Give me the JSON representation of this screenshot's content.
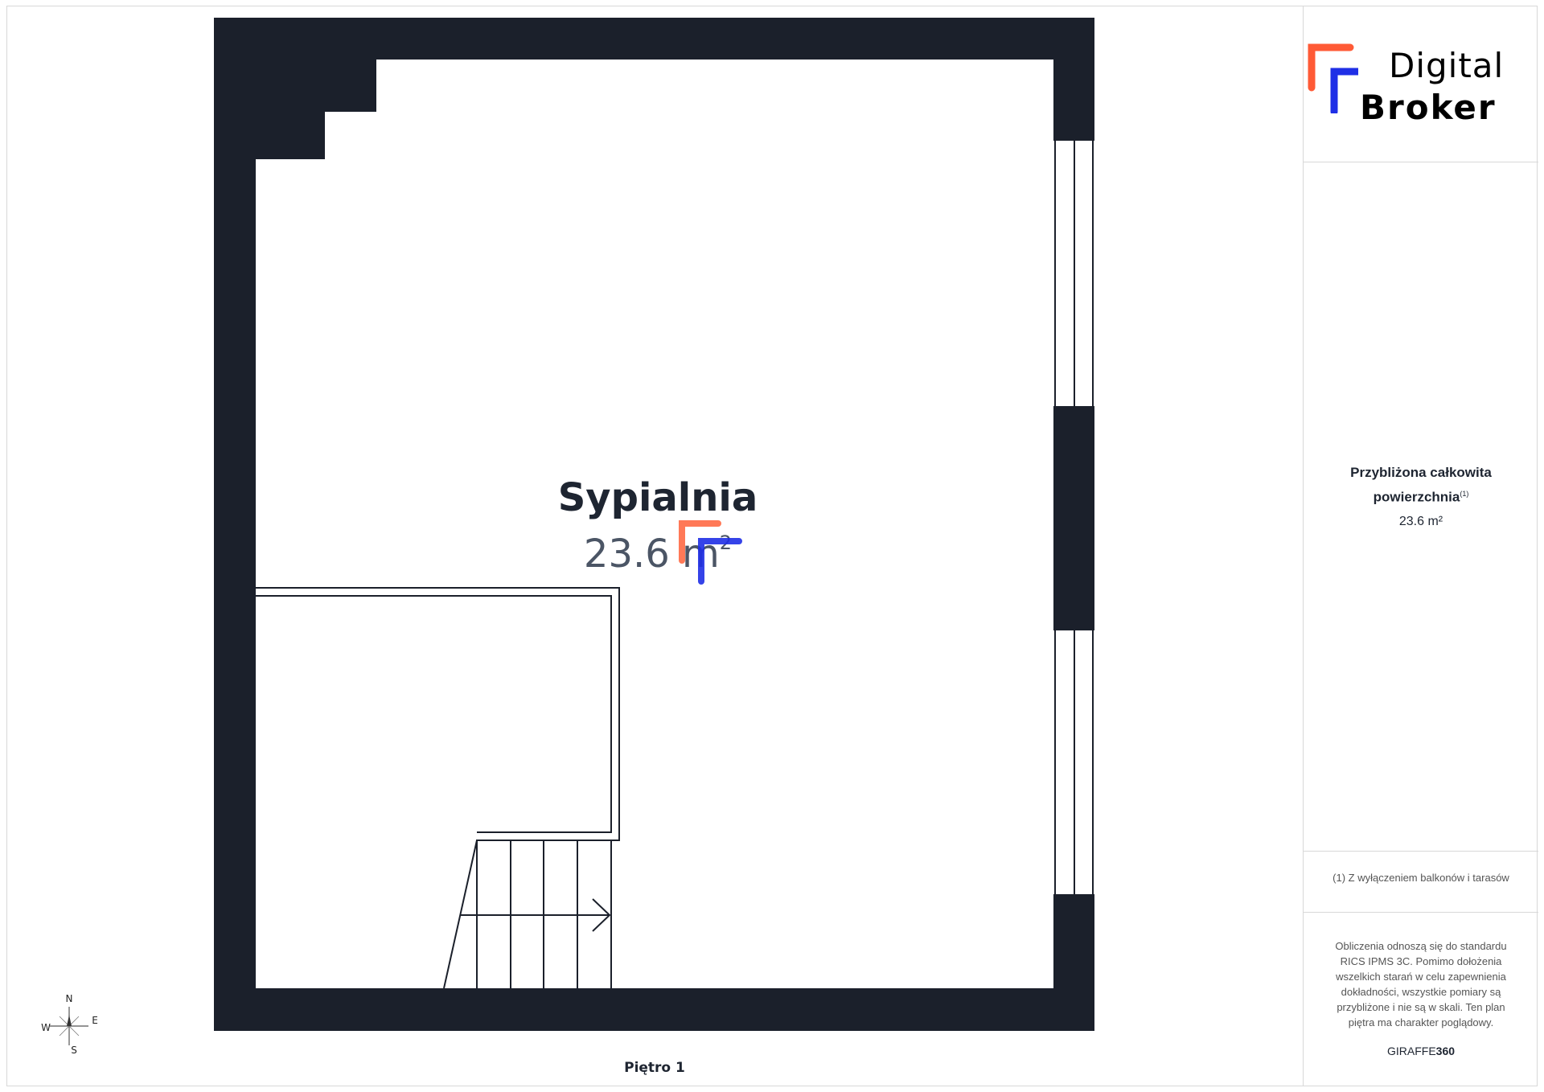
{
  "plan": {
    "room_name": "Sypialnia",
    "room_area": "23.6 m",
    "room_area_sup": "2",
    "floor_label": "Piętro 1"
  },
  "compass": {
    "north": "N",
    "south": "S",
    "east": "E",
    "west": "W"
  },
  "panel": {
    "logo_line_1": "Digital",
    "logo_line_2": "Broker",
    "area_title": "Przybliżona całkowita powierzchnia",
    "area_title_sup": "(1)",
    "area_value": "23.6 m²",
    "footnote": "(1) Z wyłączeniem balkonów i tarasów",
    "disclaimer": "Obliczenia odnoszą się do standardu RICS IPMS 3C. Pomimo dołożenia wszelkich starań w celu zapewnienia dokładności, wszystkie pomiary są przybliżone i nie są w skali. Ten plan piętra ma charakter poglądowy.",
    "brand_prefix": "GIRAFFE",
    "brand_suffix": "360"
  },
  "colors": {
    "wall": "#1b202b",
    "text_dark": "#1e2531",
    "text_area": "#4b5565",
    "logo_orange": "#ff5a36",
    "logo_blue": "#1f2fe6"
  }
}
